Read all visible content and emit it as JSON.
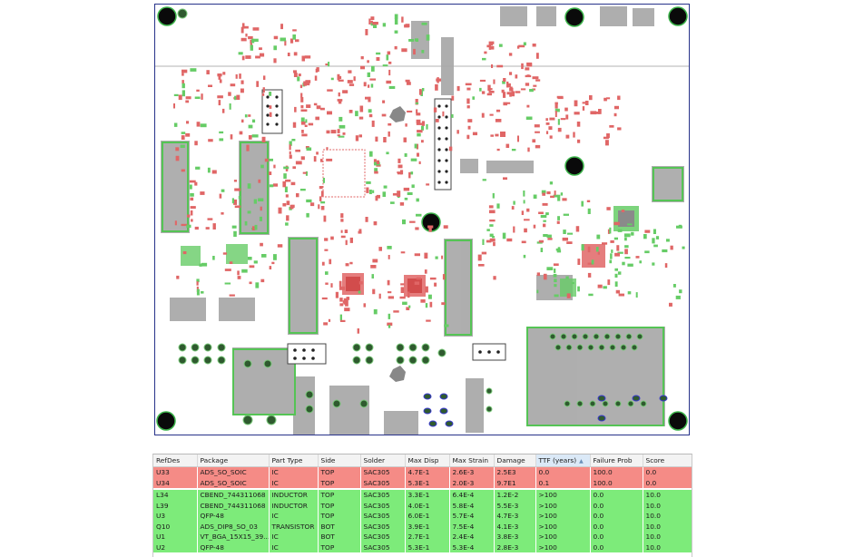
{
  "table": {
    "columns": [
      "RefDes",
      "Package",
      "Part Type",
      "Side",
      "Solder",
      "Max Disp",
      "Max Strain",
      "Damage",
      "TTF (years)",
      "Failure Prob",
      "Score"
    ],
    "sorted_column": "TTF (years)",
    "rows": [
      {
        "status": "fail",
        "cells": [
          "U33",
          "ADS_SO_SOIC",
          "IC",
          "TOP",
          "SAC305",
          "4.7E-1",
          "2.6E-3",
          "2.5E3",
          "0.0",
          "100.0",
          "0.0"
        ]
      },
      {
        "status": "fail",
        "cells": [
          "U34",
          "ADS_SO_SOIC",
          "IC",
          "TOP",
          "SAC305",
          "5.3E-1",
          "2.0E-3",
          "9.7E1",
          "0.1",
          "100.0",
          "0.0"
        ]
      },
      {
        "status": "pass",
        "cells": [
          "L34",
          "CBEND_744311068",
          "INDUCTOR",
          "TOP",
          "SAC305",
          "3.3E-1",
          "6.4E-4",
          "1.2E-2",
          ">100",
          "0.0",
          "10.0"
        ]
      },
      {
        "status": "pass",
        "cells": [
          "L39",
          "CBEND_744311068",
          "INDUCTOR",
          "TOP",
          "SAC305",
          "4.0E-1",
          "5.8E-4",
          "5.5E-3",
          ">100",
          "0.0",
          "10.0"
        ]
      },
      {
        "status": "pass",
        "cells": [
          "U3",
          "QFP-48",
          "IC",
          "TOP",
          "SAC305",
          "6.0E-1",
          "5.7E-4",
          "4.7E-3",
          ">100",
          "0.0",
          "10.0"
        ]
      },
      {
        "status": "pass",
        "cells": [
          "Q10",
          "ADS_DIP8_SO_03",
          "TRANSISTOR",
          "BOT",
          "SAC305",
          "3.9E-1",
          "7.5E-4",
          "4.1E-3",
          ">100",
          "0.0",
          "10.0"
        ]
      },
      {
        "status": "pass",
        "cells": [
          "U1",
          "VT_BGA_15X15_39...",
          "IC",
          "BOT",
          "SAC305",
          "2.7E-1",
          "2.4E-4",
          "3.8E-3",
          ">100",
          "0.0",
          "10.0"
        ]
      },
      {
        "status": "pass",
        "cells": [
          "U2",
          "QFP-48",
          "IC",
          "TOP",
          "SAC305",
          "5.3E-1",
          "5.3E-4",
          "2.8E-3",
          ">100",
          "0.0",
          "10.0"
        ]
      }
    ]
  },
  "colors": {
    "board_outline": "#27328a",
    "fail_row": "#f58b86",
    "pass_row": "#7deb7a",
    "fail_pad": "#e06666",
    "pass_pad": "#66cc66",
    "component_body": "#a8a8a8",
    "mounting_hole": "#0a0a0a"
  }
}
